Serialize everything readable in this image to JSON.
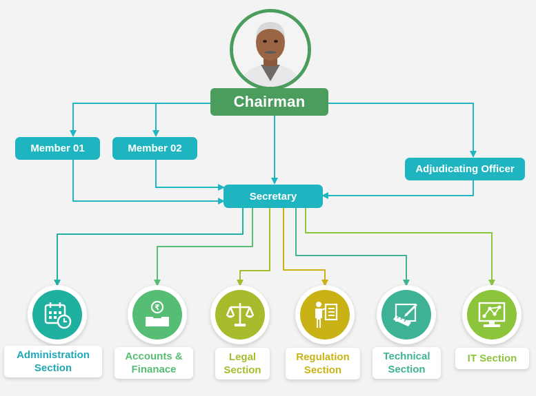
{
  "chairman": {
    "label": "Chairman"
  },
  "members": [
    {
      "label": "Member 01"
    },
    {
      "label": "Member 02"
    }
  ],
  "adjudicating_officer": {
    "label": "Adjudicating Officer"
  },
  "secretary": {
    "label": "Secretary"
  },
  "colors": {
    "teal": "#1fb5c0",
    "green": "#4a9d5c",
    "section_colors": [
      "#20b0a0",
      "#55bd74",
      "#a8bb2d",
      "#c9b216",
      "#3eb294",
      "#8cc43c"
    ]
  },
  "sections": [
    {
      "line1": "Administration",
      "line2": "Section",
      "icon": "calendar-clock-icon"
    },
    {
      "line1": "Accounts &",
      "line2": "Finanace",
      "icon": "rupee-box-icon"
    },
    {
      "line1": "Legal",
      "line2": "Section",
      "icon": "scales-icon"
    },
    {
      "line1": "Regulation",
      "line2": "Section",
      "icon": "person-board-icon"
    },
    {
      "line1": "Technical",
      "line2": "Section",
      "icon": "drafting-icon"
    },
    {
      "line1": "IT Section",
      "line2": "",
      "icon": "computer-network-icon"
    }
  ]
}
